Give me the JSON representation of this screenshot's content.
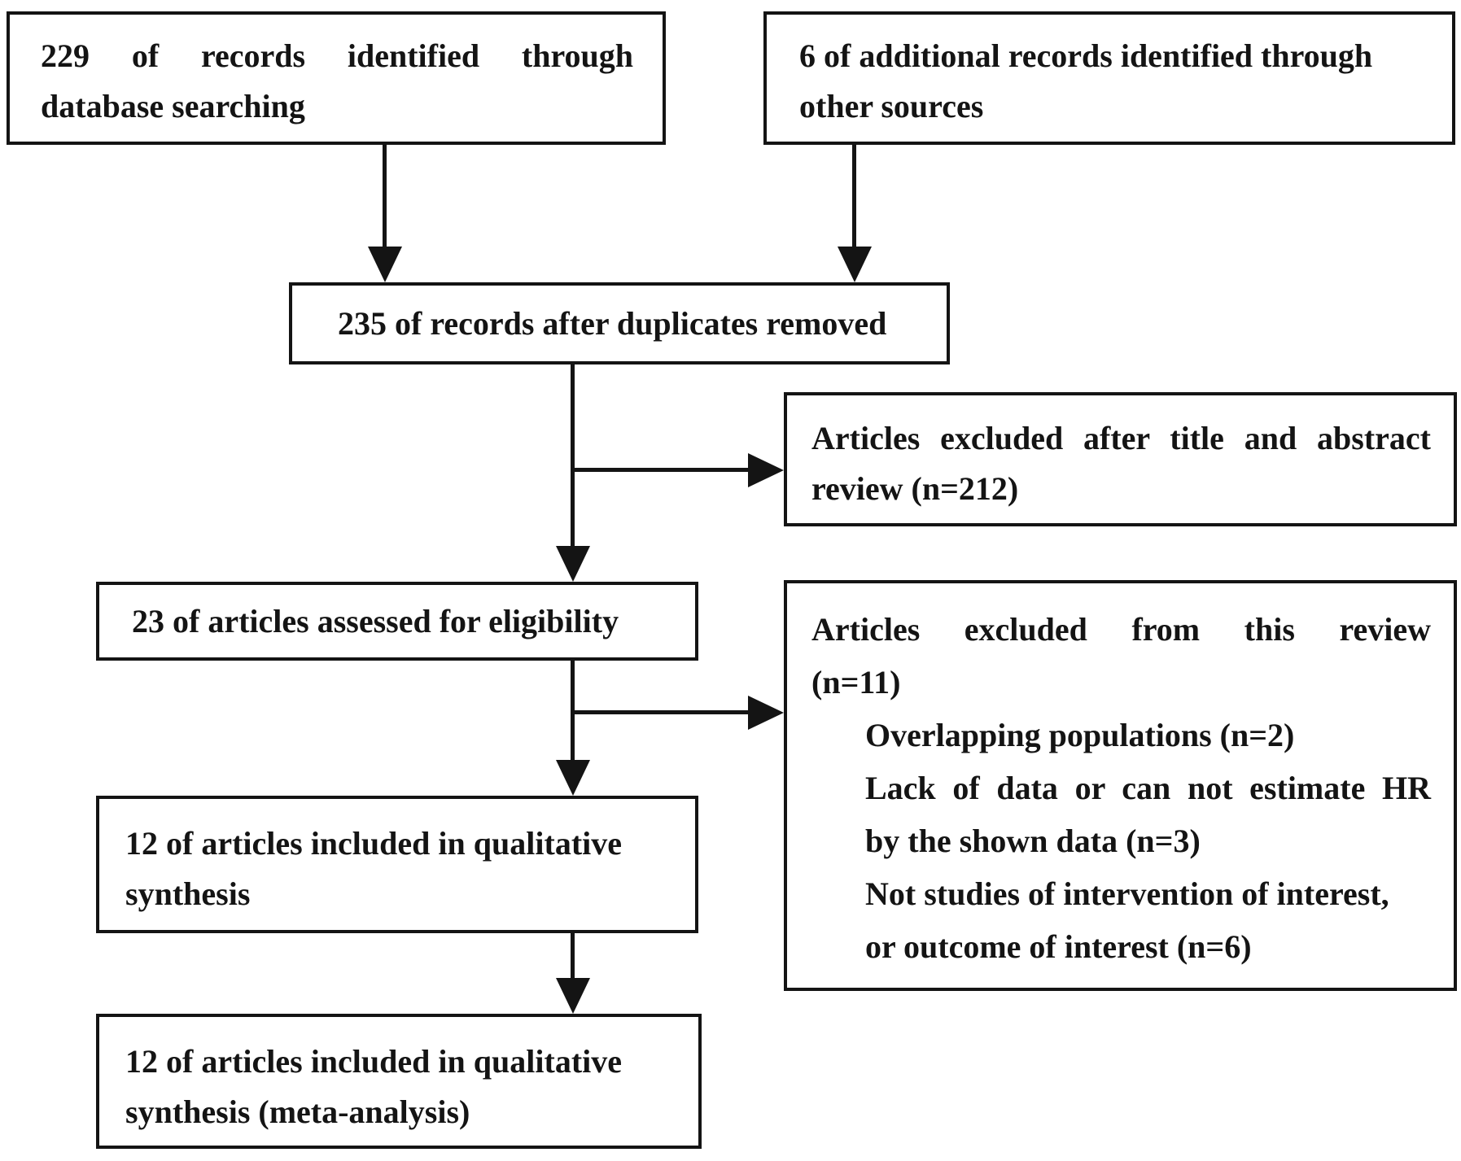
{
  "colors": {
    "ink": "#141414",
    "background": "#ffffff"
  },
  "boxes": {
    "identified_database": {
      "line1": "229 of records identified through",
      "line2": "database searching"
    },
    "identified_other": {
      "line1": "6 of additional records identified through",
      "line2": "other sources"
    },
    "after_duplicates": {
      "text": "235 of records after duplicates removed"
    },
    "excluded_title_abstract": {
      "line1": "Articles excluded after title and abstract",
      "line2": "review (n=212)"
    },
    "assessed_eligibility": {
      "text": "23 of articles assessed for eligibility"
    },
    "excluded_from_review": {
      "heading_line1": "Articles excluded from this review",
      "heading_line2": "(n=11)",
      "reason1": "Overlapping populations (n=2)",
      "reason2_line1": "Lack of data or can not estimate HR",
      "reason2_line2": "by the shown data (n=3)",
      "reason3_line1": "Not studies of intervention of interest,",
      "reason3_line2": "or outcome of interest (n=6)"
    },
    "qualitative_synthesis": {
      "line1": "12 of articles included in qualitative",
      "line2": "synthesis"
    },
    "meta_analysis": {
      "line1": "12 of articles included in qualitative",
      "line2": "synthesis (meta-analysis)"
    }
  }
}
